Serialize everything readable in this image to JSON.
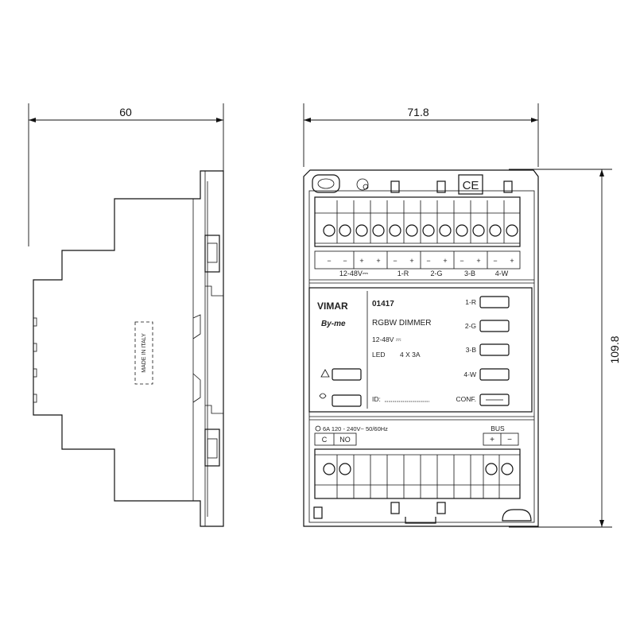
{
  "dimensions": {
    "side_width": "60",
    "front_width": "71.8",
    "front_height": "109.8"
  },
  "side_view": {
    "made_in_label": "MADE IN ITALY"
  },
  "front_view": {
    "top_terminal_labels": [
      "12-48V⎓",
      "1-R",
      "2-G",
      "3-B",
      "4-W"
    ],
    "brand": "VIMAR",
    "series": "By-me",
    "code": "01417",
    "product_name": "RGBW DIMMER",
    "voltage_line": "12-48V ⎓",
    "led_line": "LED",
    "rating_line": "4 X 3A",
    "id_label": "ID:",
    "channel_buttons": [
      "1-R",
      "2-G",
      "3-B",
      "4-W",
      "CONF."
    ],
    "relay_rating": "6A  120 - 240V~ 50/60Hz",
    "relay_contacts": [
      "C",
      "NO"
    ],
    "bus_label": "BUS",
    "bus_polarity": [
      "+",
      "−"
    ],
    "ce_mark": "CE"
  }
}
